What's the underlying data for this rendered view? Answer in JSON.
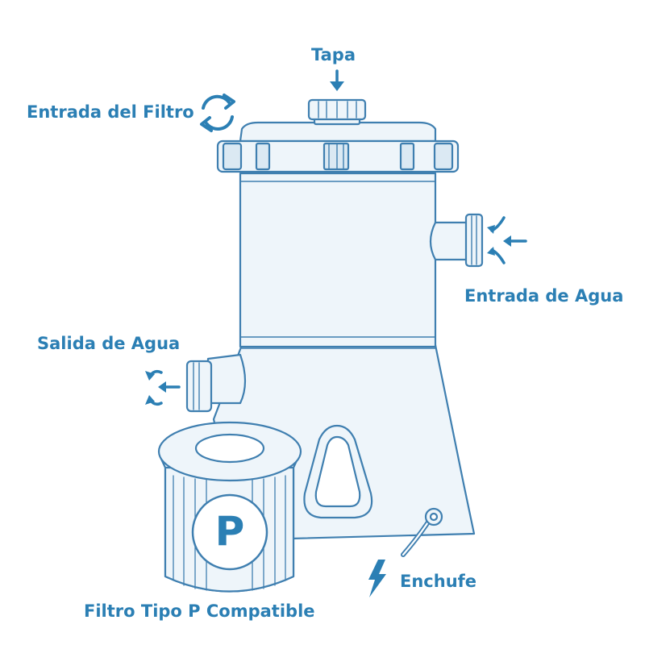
{
  "colors": {
    "accent": "#2b7fb4",
    "outline": "#3f7fb0",
    "fill": "#eef5fa",
    "fill_dark": "#dbe9f3"
  },
  "labels": {
    "lid": "Tapa",
    "filter_inlet": "Entrada del Filtro",
    "water_inlet": "Entrada de Agua",
    "water_outlet": "Salida de Agua",
    "plug": "Enchufe",
    "filter_cartridge": "Filtro Tipo P Compatible"
  },
  "cartridge_letter": "P",
  "icons": [
    "arrow-down-icon",
    "refresh-icon",
    "arrows-in-icon",
    "arrows-out-icon",
    "lightning-icon"
  ]
}
